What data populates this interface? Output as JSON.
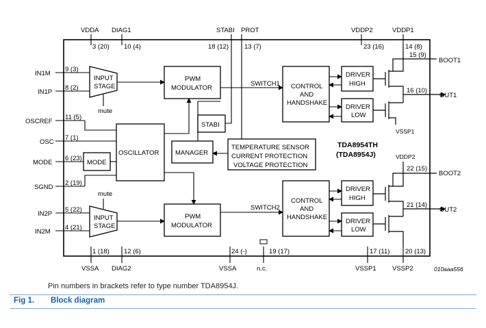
{
  "pins_top": {
    "vdda": "VDDA",
    "vdda_num": "3 (20)",
    "diag1": "DIAG1",
    "diag1_num": "10 (4)",
    "stabi": "STABI",
    "stabi_num": "18 (12)",
    "prot": "PROT",
    "prot_num": "13 (7)",
    "vddp2": "VDDP2",
    "vddp2_num": "23 (16)",
    "vddp1": "VDDP1",
    "vddp1_num": "14 (8)"
  },
  "pins_left": [
    {
      "name": "IN1M",
      "num": "9 (3)"
    },
    {
      "name": "IN1P",
      "num": "8 (2)"
    },
    {
      "name": "OSCREF",
      "num": "11 (5)"
    },
    {
      "name": "OSC",
      "num": "7 (1)"
    },
    {
      "name": "MODE",
      "num": "6 (23)"
    },
    {
      "name": "SGND",
      "num": "2 (19)"
    },
    {
      "name": "IN2P",
      "num": "5 (22)"
    },
    {
      "name": "IN2M",
      "num": "4 (21)"
    }
  ],
  "pins_right": [
    {
      "name": "BOOT1",
      "num": "15 (9)"
    },
    {
      "name": "OUT1",
      "num": "16 (10)"
    },
    {
      "name": "BOOT2",
      "num": "22 (15)"
    },
    {
      "name": "OUT2",
      "num": "21 (14)"
    }
  ],
  "pins_bottom": {
    "vssa1": "VSSA",
    "vssa1_num": "1 (18)",
    "diag2": "DIAG2",
    "diag2_num": "12 (6)",
    "vssa2": "VSSA",
    "vssa2_num": "24 (-)",
    "nc": "n.c.",
    "nc_num": "19 (17)",
    "vssp1": "VSSP1",
    "vssp1_num": "17 (11)",
    "vssp2": "VSSP2",
    "vssp2_num": "20 (13)"
  },
  "blocks": {
    "input_stage": [
      "INPUT",
      "STAGE"
    ],
    "mute": "mute",
    "pwm_modulator": [
      "PWM",
      "MODULATOR"
    ],
    "oscillator": "OSCILLATOR",
    "mode": "MODE",
    "stabi": "STABI",
    "manager": "MANAGER",
    "protection": [
      "TEMPERATURE SENSOR",
      "CURRENT PROTECTION",
      "VOLTAGE PROTECTION"
    ],
    "control": [
      "CONTROL",
      "AND",
      "HANDSHAKE"
    ],
    "driver_high": [
      "DRIVER",
      "HIGH"
    ],
    "driver_low": [
      "DRIVER",
      "LOW"
    ],
    "switch1": "SWITCH1",
    "switch2": "SWITCH2",
    "vssp1_label": "VSSP1",
    "vddp2_label": "VDDP2"
  },
  "device": {
    "name": "TDA8954TH",
    "alt": "(TDA8954J)"
  },
  "code": "010aaa556",
  "note": "Pin numbers in brackets refer to type number TDA8954J.",
  "figure": {
    "label": "Fig 1.",
    "title": "Block diagram"
  }
}
